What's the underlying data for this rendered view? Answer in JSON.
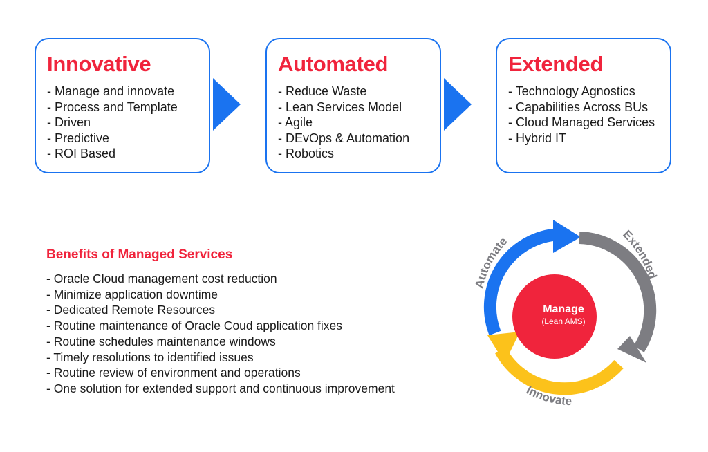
{
  "cards": [
    {
      "title": "Innovative",
      "items": [
        "- Manage and innovate",
        "- Process and Template",
        "- Driven",
        "- Predictive",
        "- ROI Based"
      ]
    },
    {
      "title": "Automated",
      "items": [
        "- Reduce Waste",
        "- Lean Services Model",
        "- Agile",
        "- DEvOps & Automation",
        "- Robotics"
      ]
    },
    {
      "title": "Extended",
      "items": [
        "- Technology Agnostics",
        "- Capabilities Across BUs",
        "- Cloud Managed Services",
        "- Hybrid IT"
      ]
    }
  ],
  "benefits": {
    "title": "Benefits of Managed Services",
    "items": [
      "- Oracle Cloud  management cost reduction",
      "- Minimize application downtime",
      "- Dedicated Remote Resources",
      "- Routine maintenance of Oracle Coud application fixes",
      "- Routine schedules maintenance windows",
      "- Timely resolutions to identified issues",
      "- Routine review of environment and operations",
      "- One solution for extended support and continuous improvement"
    ]
  },
  "cycle": {
    "center_title": "Manage",
    "center_subtitle": "(Lean AMS)",
    "labels": {
      "automate": "Automate",
      "extended": "Extended",
      "innovate": "Innovate"
    }
  },
  "colors": {
    "accent_blue": "#1a73f0",
    "accent_red": "#f0243c",
    "arc_gray": "#7d7d82",
    "arc_yellow": "#fcc21b"
  }
}
